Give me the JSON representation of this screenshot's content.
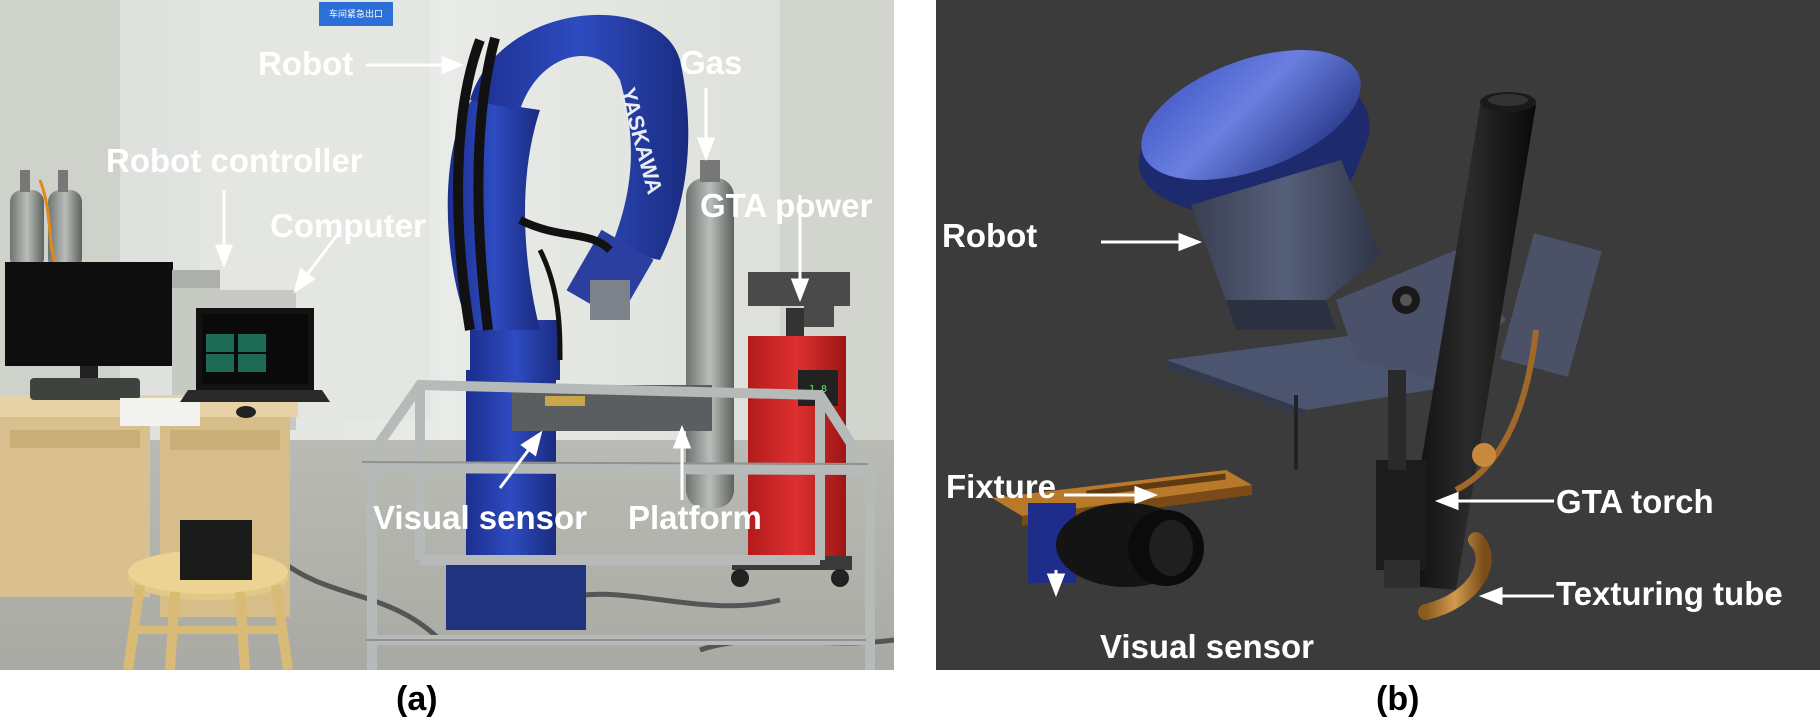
{
  "figure": {
    "panel_a": {
      "caption": "(a)",
      "labels": {
        "robot": "Robot",
        "gas": "Gas",
        "robot_controller": "Robot controller",
        "computer": "Computer",
        "gta_power": "GTA power",
        "visual_sensor": "Visual sensor",
        "platform": "Platform"
      },
      "sign_text": "车间紧急出口",
      "robot_brand": "YASKAWA"
    },
    "panel_b": {
      "caption": "(b)",
      "labels": {
        "robot": "Robot",
        "fixture": "Fixture",
        "gta_torch": "GTA torch",
        "texturing_tube": "Texturing tube",
        "visual_sensor": "Visual sensor"
      }
    },
    "colors": {
      "label_text": "#ffffff",
      "render_background": "#3b3b3b",
      "robot_blue": "#1f3a9a"
    }
  }
}
